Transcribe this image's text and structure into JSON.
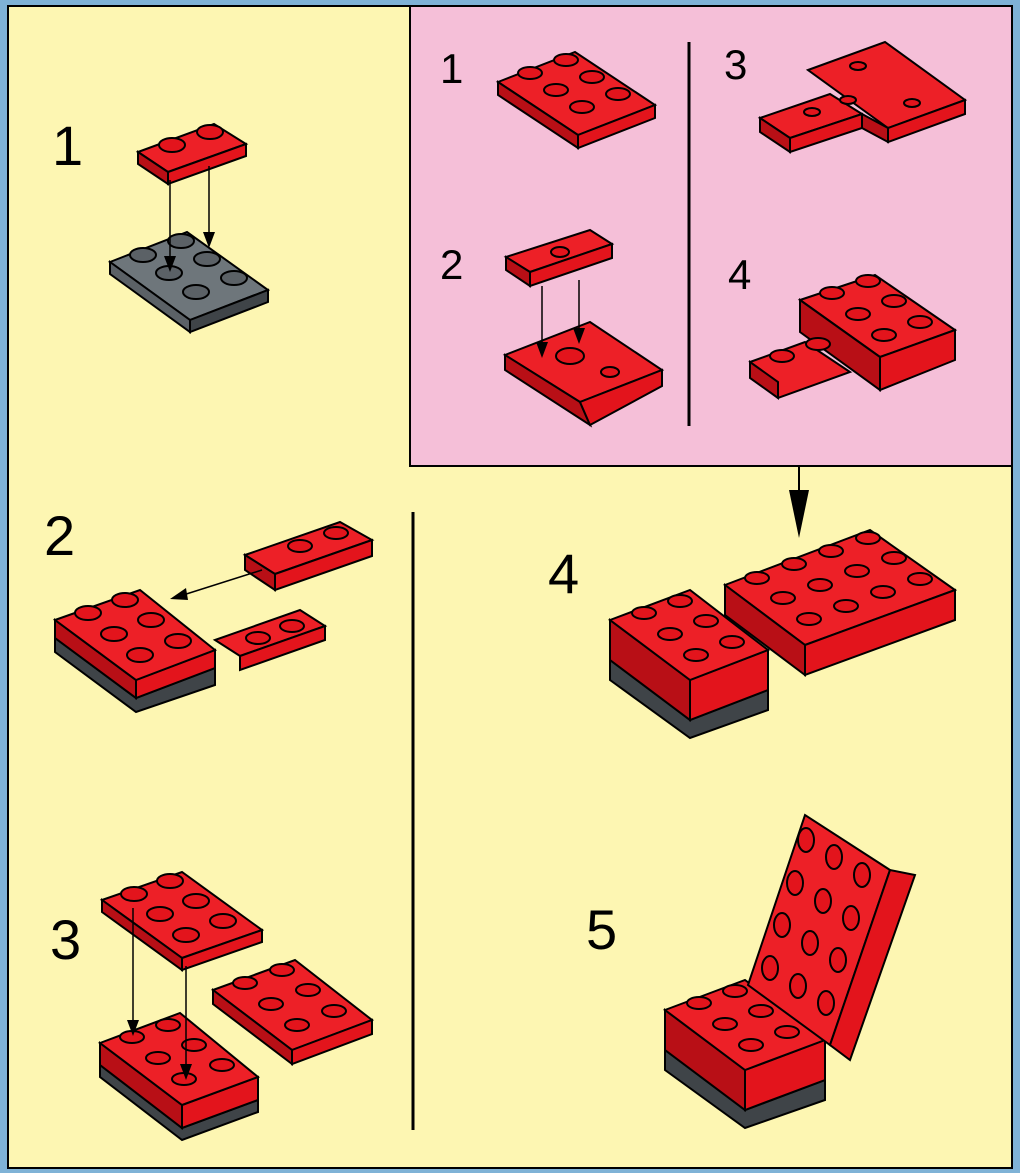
{
  "colors": {
    "border_blue": "#7fb2d6",
    "panel_yellow": "#fdf6b2",
    "subpanel_pink": "#f5bfd8",
    "brick_red": "#e3141c",
    "brick_top": "#ed2027",
    "brick_dark": "#b80f16",
    "base_gray": "#5b6166",
    "base_gray_top": "#6e767b",
    "outline": "#000000"
  },
  "main_steps": {
    "s1": "1",
    "s2": "2",
    "s3": "3",
    "s4": "4",
    "s5": "5"
  },
  "sub_steps": {
    "s1": "1",
    "s2": "2",
    "s3": "3",
    "s4": "4"
  }
}
